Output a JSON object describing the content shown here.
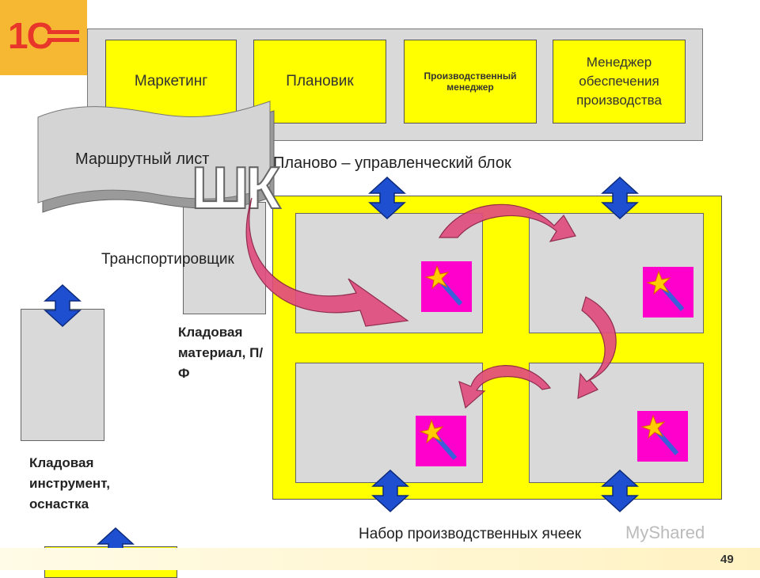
{
  "logo": {
    "text": "1С"
  },
  "top_block": {
    "boxes": [
      {
        "label": "Маркетинг"
      },
      {
        "label": "Плановик"
      },
      {
        "label": "Производственный менеджер"
      },
      {
        "label": "Менеджер обеспечения производства"
      }
    ],
    "caption": "Планово – управленческий блок"
  },
  "route_sheet": {
    "label": "Маршрутный лист",
    "barcode_text": "ШК"
  },
  "transporter": {
    "label": "Транспортировщик"
  },
  "warehouse_material": {
    "label": "Кладовая материал, П/Ф"
  },
  "warehouse_tools": {
    "label": "Кладовая инструмент, оснастка"
  },
  "production_cells": {
    "caption": "Набор производственных ячеек"
  },
  "colors": {
    "yellow": "#ffff00",
    "gray": "#d9d9d9",
    "arrow_blue": "#1f4fd1",
    "arrow_pink": "#e04070",
    "magic": "#ff00cc"
  },
  "footer": {
    "page_number": "49",
    "watermark": "MyShared"
  }
}
